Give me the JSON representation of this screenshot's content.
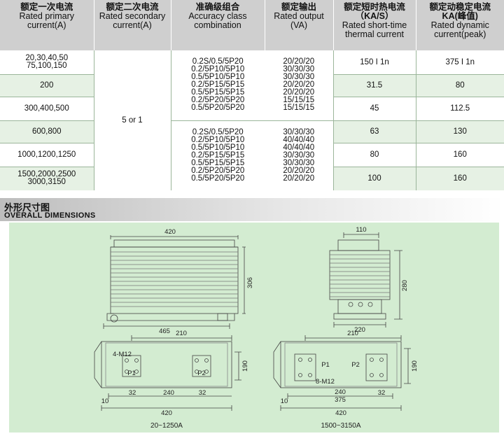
{
  "table": {
    "headers": [
      {
        "zh": "额定一次电流",
        "en": "Rated primary current(A)"
      },
      {
        "zh": "额定二次电流",
        "en": "Rated secondary current(A)"
      },
      {
        "zh": "准确级组合",
        "en": "Accuracy class combination"
      },
      {
        "zh": "额定输出",
        "en": "Rated output (VA)"
      },
      {
        "zh": "额定短时热电流（KA/S）",
        "en": "Rated short-time thermal current"
      },
      {
        "zh": "额定动稳定电流KA(峰值)",
        "en": "Rated dynamic current(peak)"
      }
    ],
    "primary": [
      "20,30,40,50",
      "75,100,150",
      "200",
      "300,400,500",
      "600,800",
      "1000,1200,1250",
      "1500,2000,2500",
      "3000,3150"
    ],
    "secondary": "5 or 1",
    "accuracy_a": [
      "0.2S/0.5/5P20",
      "0.2/5P10/5P10",
      "0.5/5P10/5P10",
      "0.2/5P15/5P15",
      "0.5/5P15/5P15",
      "0.2/5P20/5P20",
      "0.5/5P20/5P20"
    ],
    "output_a": [
      "20/20/20",
      "30/30/30",
      "30/30/30",
      "20/20/20",
      "20/20/20",
      "15/15/15",
      "15/15/15"
    ],
    "accuracy_b": [
      "0.2S/0.5/5P20",
      "0.2/5P10/5P10",
      "0.5/5P10/5P10",
      "0.2/5P15/5P15",
      "0.5/5P15/5P15",
      "0.2/5P20/5P20",
      "0.5/5P20/5P20"
    ],
    "output_b": [
      "30/30/30",
      "40/40/40",
      "40/40/40",
      "30/30/30",
      "30/30/30",
      "20/20/20",
      "20/20/20"
    ],
    "thermal": [
      "150 I 1n",
      "31.5",
      "45",
      "63",
      "80",
      "100"
    ],
    "dynamic": [
      "375 I 1n",
      "80",
      "112.5",
      "130",
      "160",
      "160"
    ]
  },
  "section": {
    "zh": "外形尺寸图",
    "en": "OVERALL DIMENSIONS"
  },
  "drawing": {
    "dims_front": [
      "420",
      "306",
      "465"
    ],
    "dims_side": [
      "110",
      "280",
      "220"
    ],
    "dims_plan_a": [
      "210",
      "4-M12",
      "190",
      "P1",
      "P2",
      "240",
      "32",
      "32",
      "10",
      "420"
    ],
    "dims_plan_b": [
      "210",
      "P1",
      "P2",
      "8-M12",
      "190",
      "240",
      "375",
      "32",
      "10",
      "420"
    ],
    "caption_a": "20~1250A",
    "caption_b": "1500~3150A"
  }
}
